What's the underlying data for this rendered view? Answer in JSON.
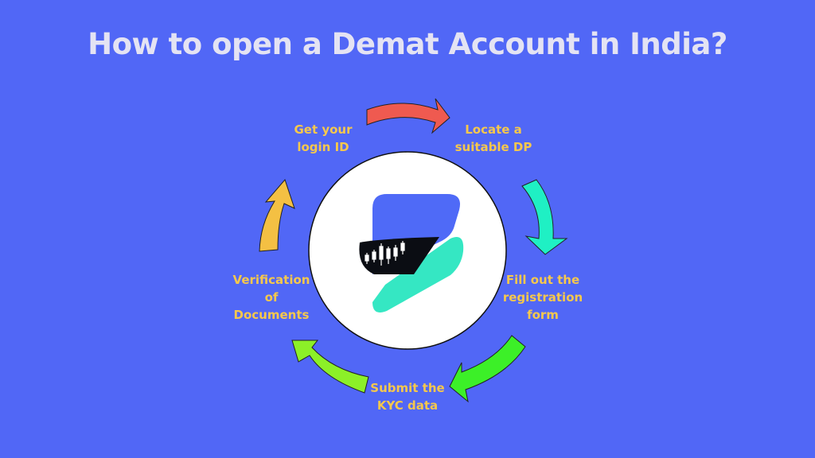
{
  "title": "How to open a Demat Account in India?",
  "colors": {
    "background": "#5167f6",
    "title": "#e4e3f3",
    "label": "#f6c84c",
    "arrow_red": "#ef5a50",
    "arrow_teal": "#1ff0c4",
    "arrow_green": "#3cf028",
    "arrow_lightgreen": "#8cf028",
    "arrow_yellow": "#f4c043",
    "logo_blue": "#4f6af7",
    "logo_teal": "#35e7c3"
  },
  "steps": [
    "Get your\nlogin ID",
    "Locate a\nsuitable DP",
    "Fill out the\nregistration\nform",
    "Submit the\nKYC data",
    "Verification\nof\nDocuments"
  ],
  "icons": {
    "center_logo": "app-logo-icon",
    "candlesticks": "candlestick-chart-icon"
  }
}
